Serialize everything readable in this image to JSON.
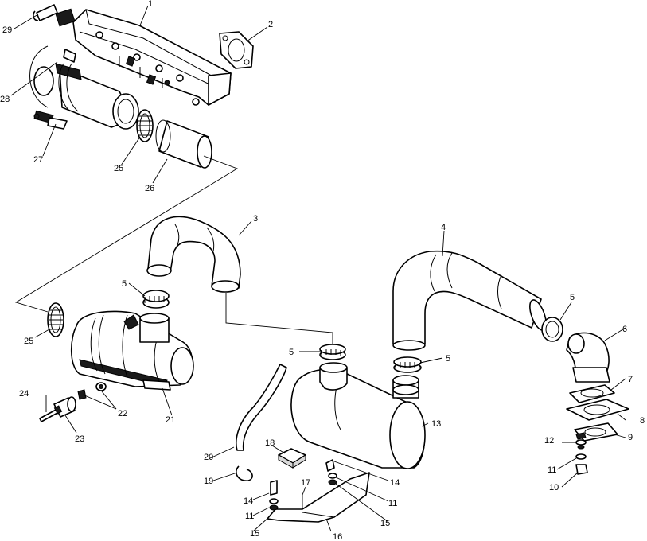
{
  "callouts": [
    {
      "id": "c1",
      "text": "1"
    },
    {
      "id": "c2",
      "text": "2"
    },
    {
      "id": "c29",
      "text": "29"
    },
    {
      "id": "c28",
      "text": "28"
    },
    {
      "id": "c27",
      "text": "27"
    },
    {
      "id": "c25a",
      "text": "25"
    },
    {
      "id": "c26",
      "text": "26"
    },
    {
      "id": "c3",
      "text": "3"
    },
    {
      "id": "c4",
      "text": "4"
    },
    {
      "id": "c5a",
      "text": "5"
    },
    {
      "id": "c5b",
      "text": "5"
    },
    {
      "id": "c5c",
      "text": "5"
    },
    {
      "id": "c5d",
      "text": "5"
    },
    {
      "id": "c6",
      "text": "6"
    },
    {
      "id": "c7",
      "text": "7"
    },
    {
      "id": "c8",
      "text": "8"
    },
    {
      "id": "c9",
      "text": "9"
    },
    {
      "id": "c10",
      "text": "10"
    },
    {
      "id": "c11a",
      "text": "11"
    },
    {
      "id": "c11b",
      "text": "11"
    },
    {
      "id": "c11c",
      "text": "11"
    },
    {
      "id": "c12",
      "text": "12"
    },
    {
      "id": "c13",
      "text": "13"
    },
    {
      "id": "c14a",
      "text": "14"
    },
    {
      "id": "c14b",
      "text": "14"
    },
    {
      "id": "c15a",
      "text": "15"
    },
    {
      "id": "c15b",
      "text": "15"
    },
    {
      "id": "c16",
      "text": "16"
    },
    {
      "id": "c17",
      "text": "17"
    },
    {
      "id": "c18",
      "text": "18"
    },
    {
      "id": "c19",
      "text": "19"
    },
    {
      "id": "c20",
      "text": "20"
    },
    {
      "id": "c21",
      "text": "21"
    },
    {
      "id": "c22",
      "text": "22"
    },
    {
      "id": "c23",
      "text": "23"
    },
    {
      "id": "c24",
      "text": "24"
    },
    {
      "id": "c25b",
      "text": "25"
    }
  ]
}
